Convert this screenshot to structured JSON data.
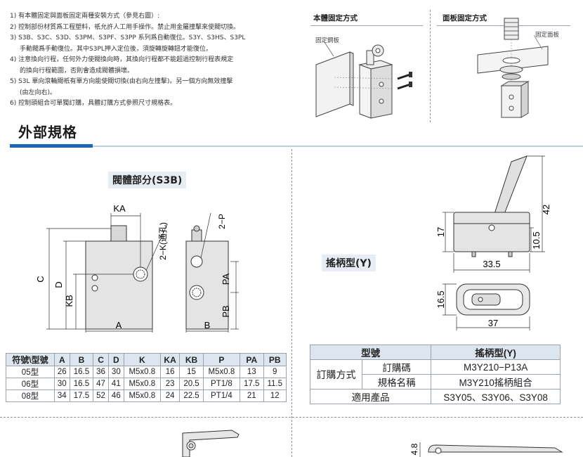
{
  "notes": [
    "1) 有本體固定與面板固定兩種安裝方式（參見右圖）:",
    "2) 控制部份材質爲工程塑料，祇允許人工用手操作。禁止用金屬撞擊來使閥切換。",
    "3) S3B、S3C、S3D、S3PM、S3PF、S3PP 系列爲自動復位。S3Y、S3HS、S3PL",
    "手動閥爲手動復位。其中S3PL押入定位後，須旋轉旋轉鈕才能復位。",
    "4) 注意換向行程，任何外力使閥換向時，其換向行程都不能超過控制行程表規定",
    "的換向行程範圍，否則會造成閥體損壞。",
    "5) S3L 單向滾輪閥祇有單方向能使閥切換(由右向左撞擊)。另一個方向無效撞擊",
    "(由左向右)。",
    "6) 控制頭組合可單獨訂購，具體訂購方式參照尺寸規格表。"
  ],
  "mount": {
    "body_title": "本體固定方式",
    "body_label": "固定鋼板",
    "panel_title": "面板固定方式",
    "panel_label": "固定面板"
  },
  "section": {
    "title": "外部規格"
  },
  "body_part": {
    "title": "閥體部分(S3B)",
    "dims": {
      "KA": "KA",
      "C": "C",
      "D": "D",
      "KB": "KB",
      "A": "A",
      "K": "2−K(通孔)",
      "P": "2−P",
      "PA": "PA",
      "PB": "PB",
      "B": "B"
    }
  },
  "spec_table": {
    "headers": [
      "符號\\型號",
      "A",
      "B",
      "C",
      "D",
      "K",
      "KA",
      "KB",
      "P",
      "PA",
      "PB"
    ],
    "rows": [
      [
        "05型",
        "26",
        "16.5",
        "36",
        "30",
        "M5x0.8",
        "16",
        "15",
        "M5x0.8",
        "13",
        "9"
      ],
      [
        "06型",
        "30",
        "16.5",
        "47",
        "41",
        "M5x0.8",
        "23",
        "20.5",
        "PT1/8",
        "17.5",
        "11.5"
      ],
      [
        "08型",
        "34",
        "17.5",
        "52",
        "46",
        "M5x0.8",
        "24",
        "22.5",
        "PT1/4",
        "21",
        "12"
      ]
    ]
  },
  "handle_type": {
    "title": "搖柄型(Y)",
    "dims": {
      "d42": "42",
      "d17": "17",
      "d10_5": "10.5",
      "d33_5": "33.5",
      "d16_5": "16.5",
      "d37": "37",
      "d4_8": "4.8"
    }
  },
  "handle_table": {
    "h_model": "型號",
    "h_type": "搖柄型(Y)",
    "order_method": "訂購方式",
    "order_code_label": "訂購碼",
    "order_code": "M3Y210−P13A",
    "spec_name_label": "規格名稱",
    "spec_name": "M3Y210搖柄組合",
    "applicable_label": "適用產品",
    "applicable": "S3Y05、S3Y06、S3Y08"
  }
}
